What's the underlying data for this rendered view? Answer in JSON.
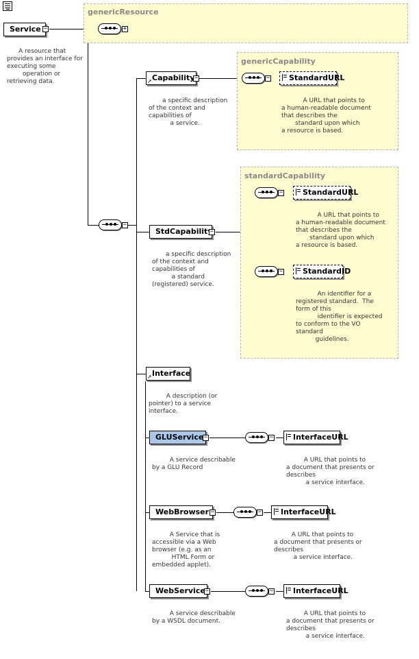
{
  "groups": {
    "generic_resource": "genericResource",
    "generic_capability": "genericCapability",
    "standard_capability": "standardCapability"
  },
  "elements": {
    "service": "Service",
    "capability": "Capability",
    "std_capability": "StdCapability",
    "interface": "Interface",
    "glu_service": "GLUService",
    "web_browser": "WebBrowser",
    "web_service": "WebService",
    "standard_url_1": "StandardURL",
    "standard_url_2": "StandardURL",
    "standard_id": "StandardID",
    "interface_url_1": "InterfaceURL",
    "interface_url_2": "InterfaceURL",
    "interface_url_3": "InterfaceURL"
  },
  "descriptions": {
    "service": "      A resource that\nprovides an interface for\nexecuting some\n        operation or\nretrieving data.",
    "capability": "       a specific description\nof the context and\ncapabilities of\n           a service.",
    "standard_url_1": "           A URL that points to\na human-readable document\nthat describes the\n       standard upon which\na resource is based.",
    "std_capability": "       a specific description\nof the context and\ncapabilities of\n          a standard\n(registered) service.",
    "standard_url_2": "           A URL that points to\na human-readable document\nthat describes the\n       standard upon which\na resource is based.",
    "standard_id": "           An identifier for a\nregistered standard.  The\nform of this\n           identifier is expected\nto conform to the VO\nstandard\n          guidelines.",
    "interface": "         A description (or\npointer) to a service\ninterface.",
    "glu_service": "         A service describable\nby a GLU Record",
    "interface_url_1": "         A URL that points to\na document that presents or\ndescribes\n          a service interface.",
    "web_browser": "         A Service that is\naccessible via a Web\nbrowser (e.g. as an\n          HTML Form or\nembedded applet).",
    "interface_url_2": "         A URL that points to\na document that presents or\ndescribes\n          a service interface.",
    "web_service": "         A service describable\nby a WSDL document.",
    "interface_url_3": "         A URL that points to\na document that presents or\ndescribes\n          a service interface."
  },
  "icons": {
    "top_left": "schema-icon",
    "collapse": "minus-toggle-icon",
    "expand": "plus-toggle-icon",
    "sequence": "sequence-compositor-icon",
    "reference": "reference-arrow-icon",
    "element_lines": "element-content-icon"
  },
  "colors": {
    "group_fill": "#fffccf",
    "group_border": "#b7b7b7",
    "selected_node": "#a9c8ea"
  }
}
